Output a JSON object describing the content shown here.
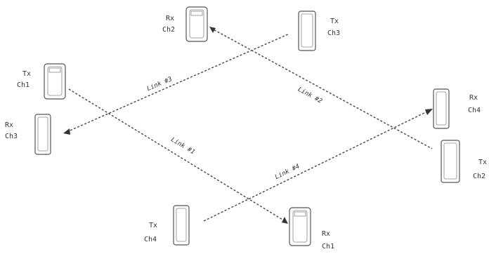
{
  "units": [
    {
      "id": "u1",
      "role": "Rx",
      "channel": "Ch2"
    },
    {
      "id": "u2",
      "role": "Tx",
      "channel": "Ch3"
    },
    {
      "id": "u3",
      "role": "Tx",
      "channel": "Ch1"
    },
    {
      "id": "u4",
      "role": "Rx",
      "channel": "Ch3"
    },
    {
      "id": "u5",
      "role": "Rx",
      "channel": "Ch4"
    },
    {
      "id": "u6",
      "role": "Tx",
      "channel": "Ch2"
    },
    {
      "id": "u7",
      "role": "Tx",
      "channel": "Ch4"
    },
    {
      "id": "u8",
      "role": "Rx",
      "channel": "Ch1"
    }
  ],
  "links": [
    {
      "id": "l1",
      "label": "Link #3"
    },
    {
      "id": "l2",
      "label": "Link #2"
    },
    {
      "id": "l3",
      "label": "Link #1"
    },
    {
      "id": "l4",
      "label": "Link #4"
    }
  ],
  "colors": {
    "line": "#444444",
    "text": "#333333",
    "device": "#555555",
    "background": "#ffffff"
  }
}
